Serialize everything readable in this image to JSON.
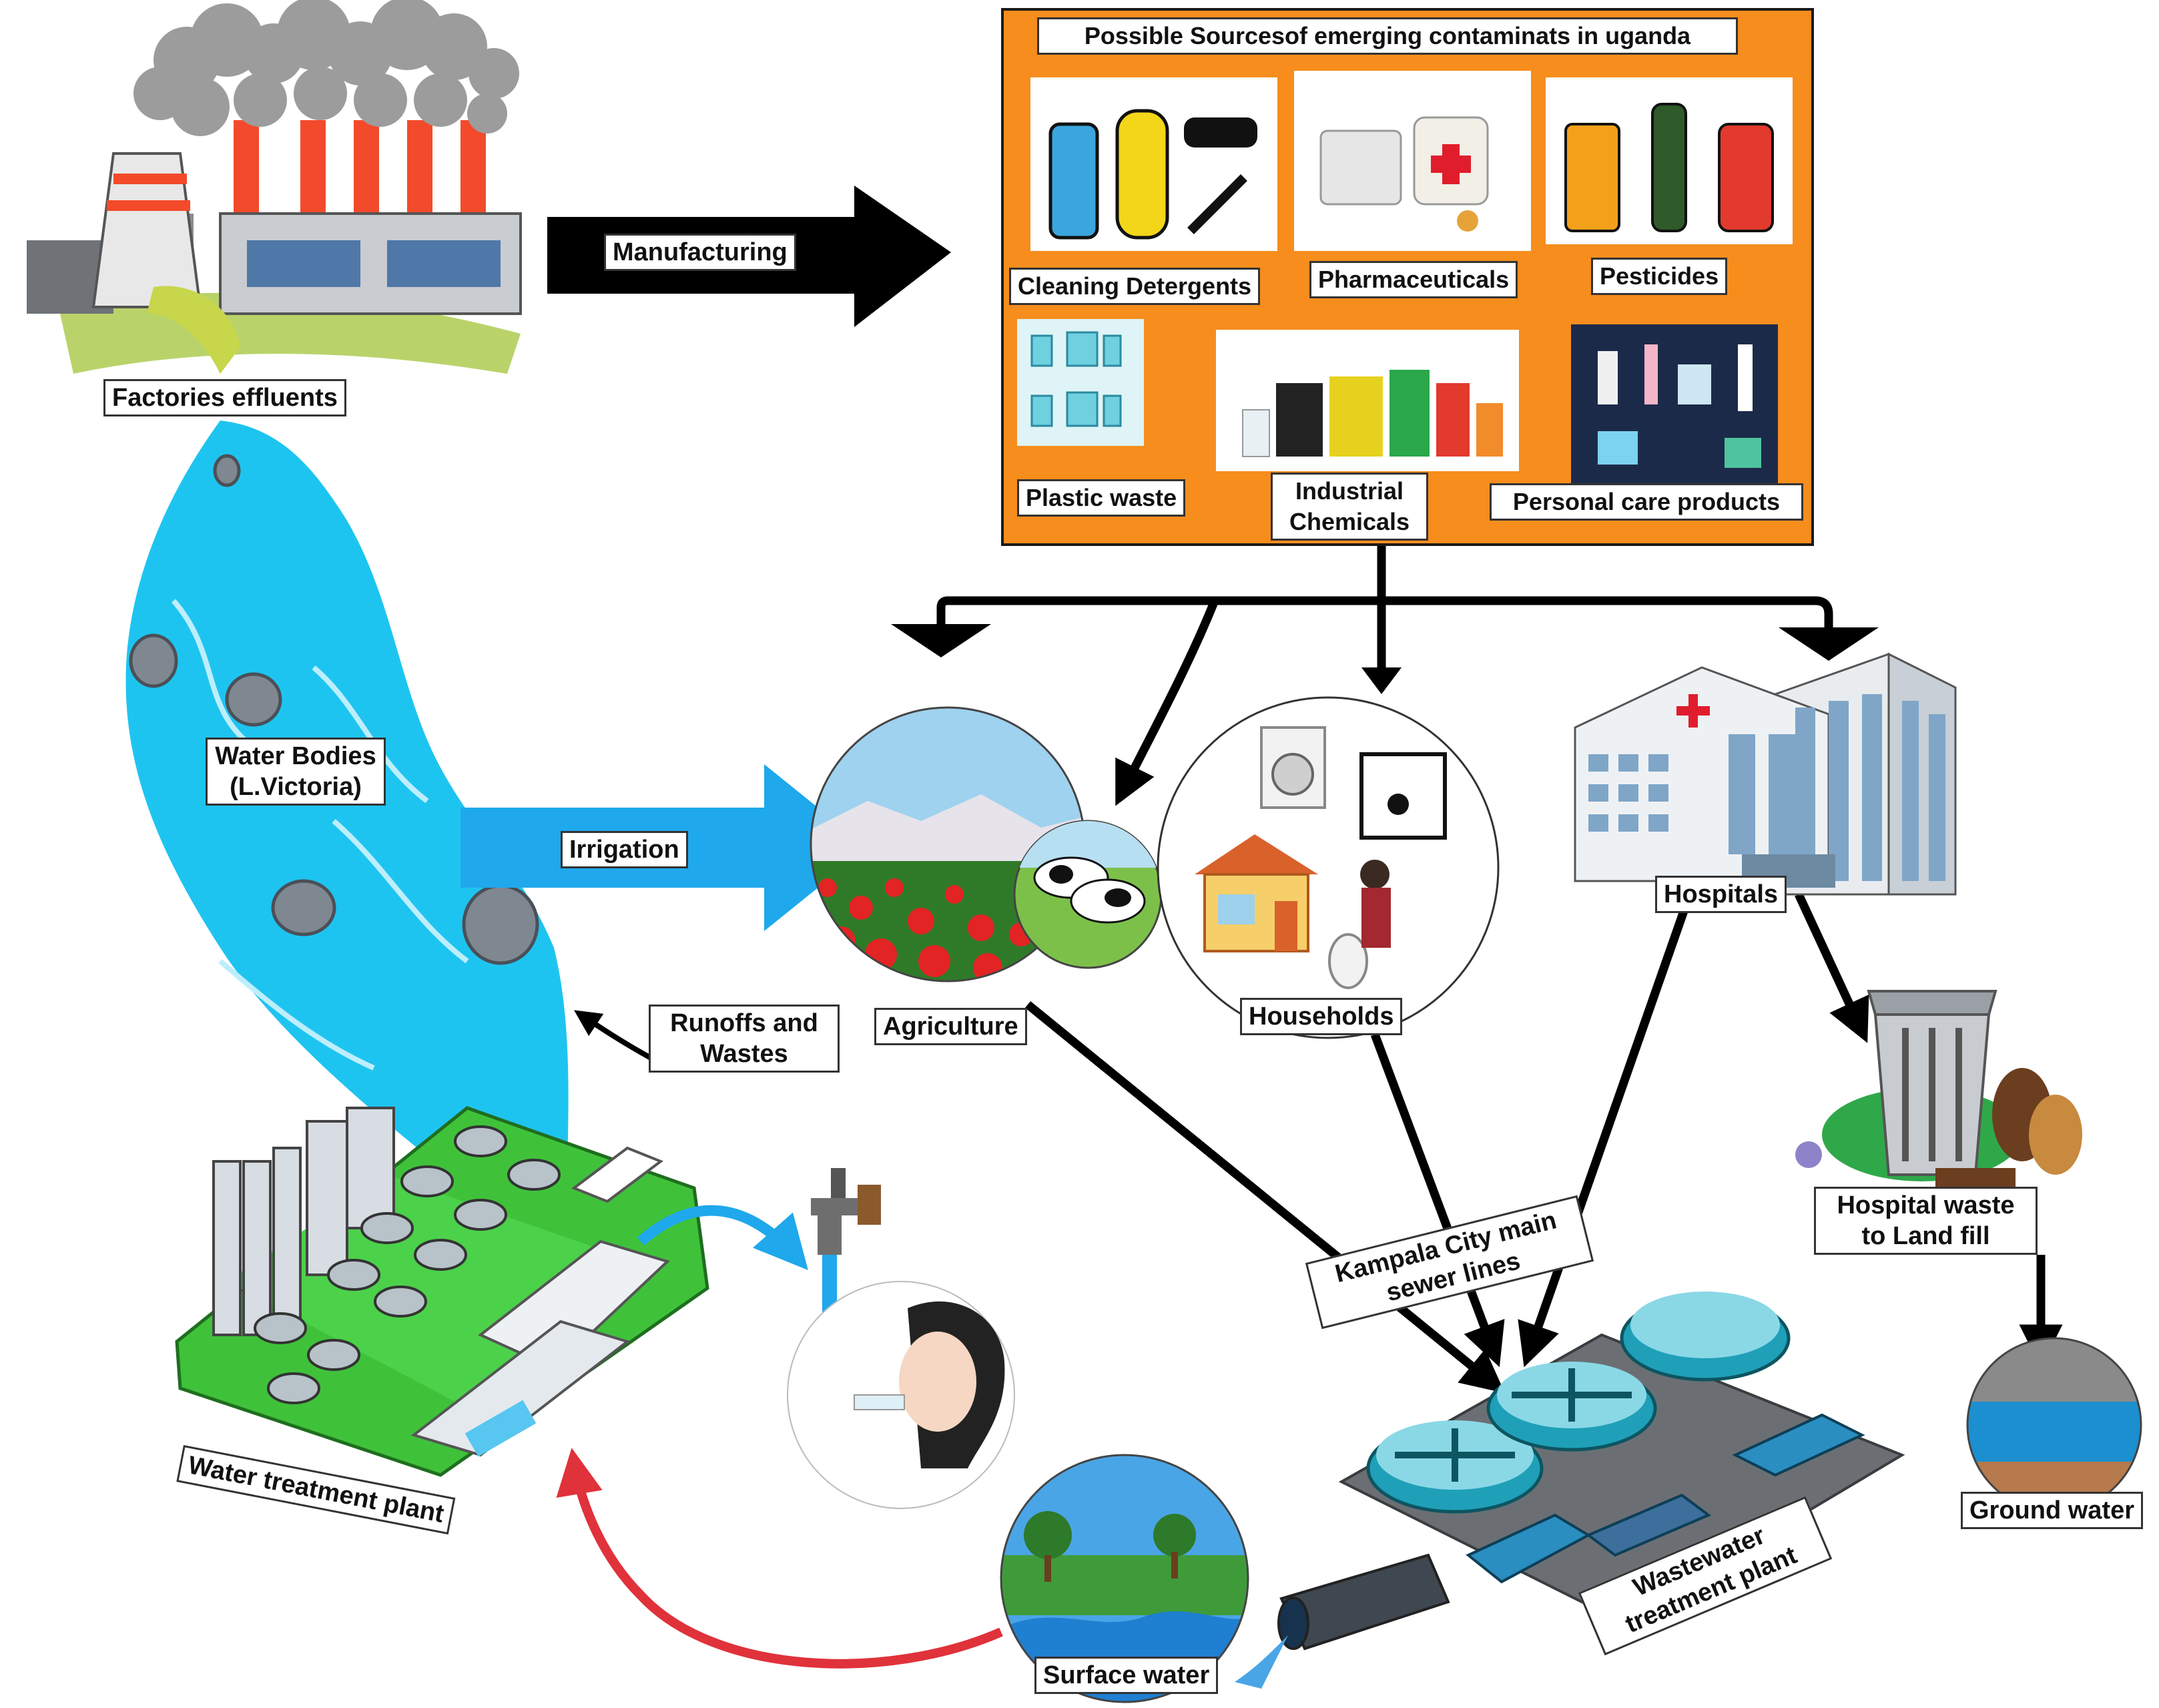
{
  "panel": {
    "title": "Possible Sourcesof emerging contaminats in uganda",
    "items": [
      "Cleaning Detergents",
      "Pharmaceuticals",
      "Pesticides",
      "Plastic waste",
      "Industrial Chemicals",
      "Personal care products"
    ]
  },
  "labels": {
    "factories": "Factories effluents",
    "manufacturing": "Manufacturing",
    "water_bodies": [
      "Water Bodies",
      "(L.Victoria)"
    ],
    "irrigation": "Irrigation",
    "runoffs": [
      "Runoffs and",
      "Wastes"
    ],
    "agriculture": "Agriculture",
    "households": "Households",
    "hospitals": "Hospitals",
    "hospital_waste": [
      "Hospital waste",
      "to Land fill"
    ],
    "sewer": [
      "Kampala City main",
      "sewer lines"
    ],
    "water_treatment": "Water treatment plant",
    "wastewater_treatment": [
      "Wastewater",
      "treatment plant"
    ],
    "surface_water": "Surface water",
    "ground_water": "Ground water"
  },
  "colors": {
    "panel_orange": "#f68d1d",
    "river_blue": "#1ec4f0",
    "irrigation_blue": "#1fa8ec",
    "return_arrow_red": "#e0323a",
    "arrow_black": "#000000"
  }
}
